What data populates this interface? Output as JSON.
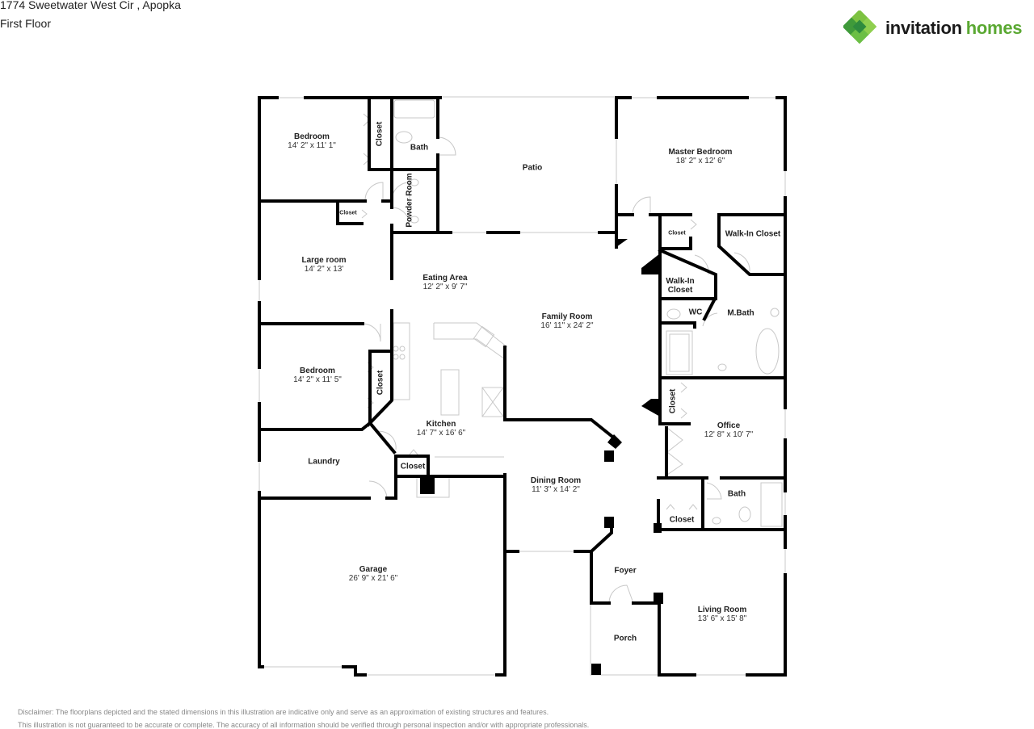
{
  "header": {
    "address": "1774 Sweetwater West Cir , Apopka",
    "floor": "First Floor"
  },
  "logo": {
    "word1": "invitation",
    "word2": "homes",
    "colors": {
      "dark_green": "#2e8b3e",
      "light_green": "#7dc242",
      "text_dark": "#1a1a1a",
      "text_green": "#5aa832"
    }
  },
  "rooms": {
    "bedroom1": {
      "name": "Bedroom",
      "dim": "14' 2\" x 11' 1\""
    },
    "closet1": {
      "name": "Closet"
    },
    "bath1": {
      "name": "Bath"
    },
    "powder": {
      "name": "Powder Room"
    },
    "closet_small": {
      "name": "Closet"
    },
    "patio": {
      "name": "Patio"
    },
    "master": {
      "name": "Master Bedroom",
      "dim": "18' 2\" x 12' 6\""
    },
    "closet_master": {
      "name": "Closet"
    },
    "walkin1": {
      "name": "Walk-In Closet"
    },
    "walkin2": {
      "name": "Walk-In Closet",
      "line1": "Walk-In",
      "line2": "Closet"
    },
    "wc": {
      "name": "WC"
    },
    "mbath": {
      "name": "M.Bath"
    },
    "large": {
      "name": "Large room",
      "dim": "14' 2\" x 13'"
    },
    "eating": {
      "name": "Eating Area",
      "dim": "12' 2\" x 9' 7\""
    },
    "family": {
      "name": "Family Room",
      "dim": "16' 11\" x 24' 2\""
    },
    "bedroom2": {
      "name": "Bedroom",
      "dim": "14' 2\" x 11' 5\""
    },
    "closet2": {
      "name": "Closet"
    },
    "kitchen": {
      "name": "Kitchen",
      "dim": "14' 7\" x 16' 6\""
    },
    "laundry": {
      "name": "Laundry"
    },
    "closet_laundry": {
      "name": "Closet"
    },
    "closet_office": {
      "name": "Closet"
    },
    "office": {
      "name": "Office",
      "dim": "12' 8\" x 10' 7\""
    },
    "dining": {
      "name": "Dining Room",
      "dim": "11' 3\" x 14' 2\""
    },
    "bath2": {
      "name": "Bath"
    },
    "closet_foyer": {
      "name": "Closet"
    },
    "garage": {
      "name": "Garage",
      "dim": "26' 9\" x 21' 6\""
    },
    "foyer": {
      "name": "Foyer"
    },
    "living": {
      "name": "Living Room",
      "dim": "13' 6\" x 15' 8\""
    },
    "porch": {
      "name": "Porch"
    }
  },
  "disclaimer": {
    "line1": "Disclaimer: The floorplans depicted and the stated dimensions in this illustration are indicative only and serve as an approximation of existing structures and features.",
    "line2": "This illustration is not guaranteed to be accurate or complete. The accuracy of all information should be verified through personal inspection and/or with appropriate professionals."
  }
}
